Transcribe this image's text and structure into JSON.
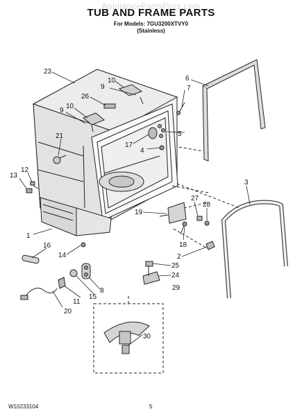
{
  "watermark": "AppliancePartsPros.com",
  "header": {
    "title": "TUB AND FRAME PARTS",
    "models_line": "For Models: 7GU3200XTVY0",
    "variant": "(Stainless)"
  },
  "footer": {
    "doc_number": "W10233104",
    "page_number": "5"
  },
  "callouts": {
    "c1": "1",
    "c2": "2",
    "c3": "3",
    "c4": "4",
    "c5": "5",
    "c6": "6",
    "c7": "7",
    "c8": "8",
    "c9a": "9",
    "c9b": "9",
    "c10a": "10",
    "c10b": "10",
    "c11": "11",
    "c12": "12",
    "c13": "13",
    "c14": "14",
    "c15": "15",
    "c16": "16",
    "c17": "17",
    "c18": "18",
    "c19": "19",
    "c20": "20",
    "c21": "21",
    "c23": "23",
    "c24": "24",
    "c25": "25",
    "c26": "26",
    "c27": "27",
    "c28": "28",
    "c29": "29",
    "c30": "30"
  }
}
